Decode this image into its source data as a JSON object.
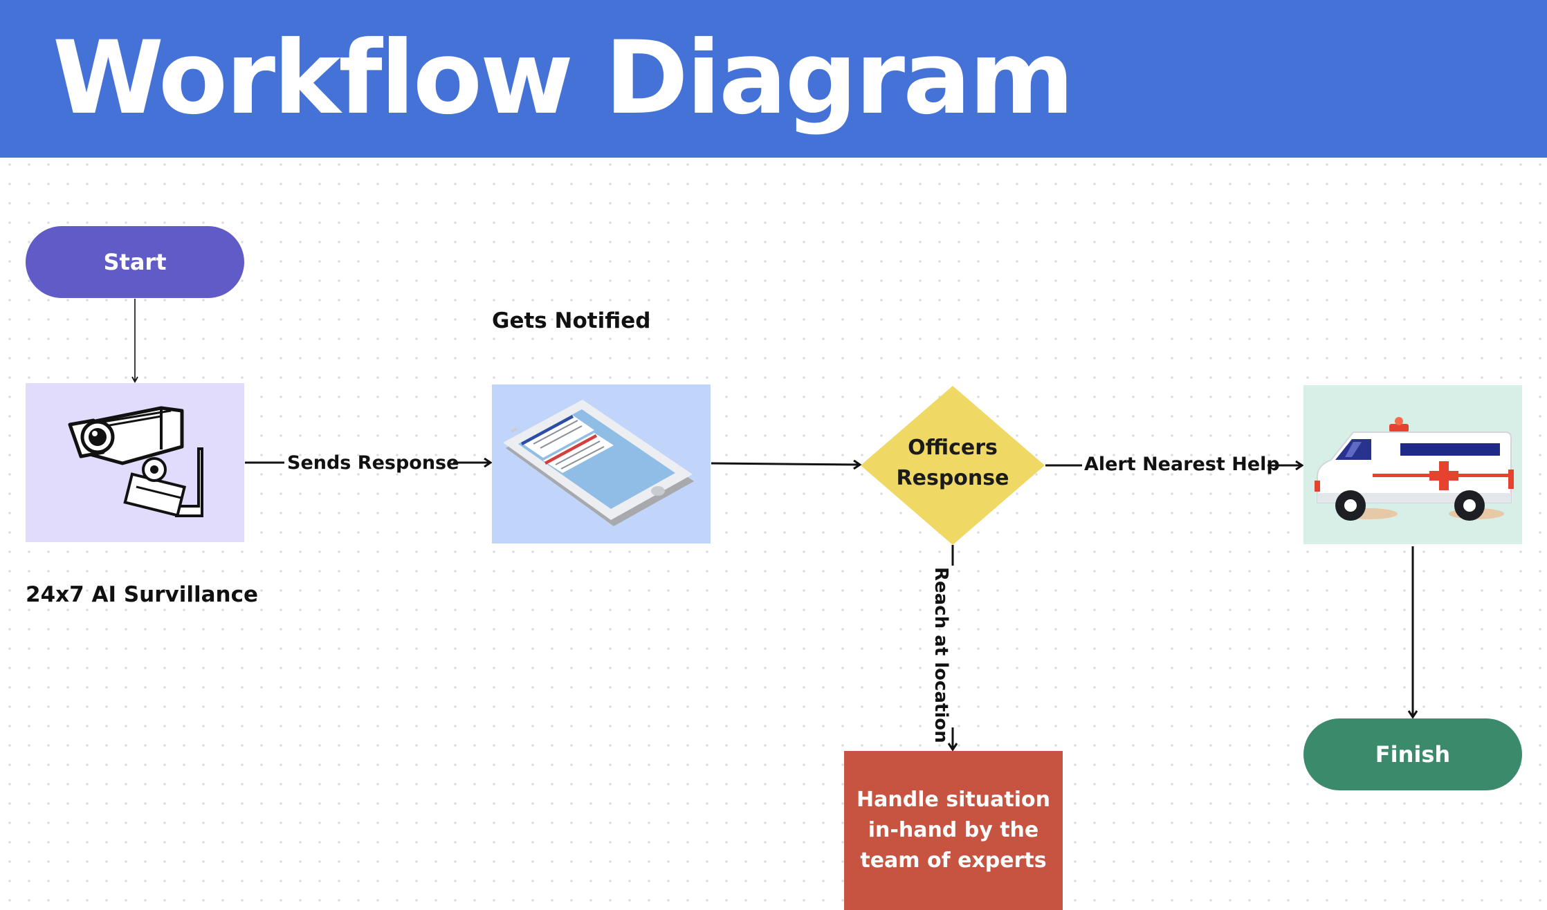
{
  "header": {
    "title": "Workflow Diagram"
  },
  "nodes": {
    "start": {
      "label": "Start"
    },
    "surveillance": {
      "caption": "24x7 AI Survillance",
      "icon": "security-camera-icon"
    },
    "notified": {
      "caption": "Gets Notified",
      "icon": "tablet-notification-icon"
    },
    "decision": {
      "line1": "Officers",
      "line2": "Response"
    },
    "ambulance": {
      "icon": "ambulance-icon"
    },
    "handle": {
      "label": "Handle situation in-hand by the team of experts"
    },
    "finish": {
      "label": "Finish"
    }
  },
  "edges": {
    "sends_response": "Sends Response",
    "alert_nearest_help": "Alert Nearest Help",
    "reach_at_location": "Reach at location"
  },
  "colors": {
    "header": "#4472d6",
    "start": "#605bc6",
    "finish": "#3c8a6c",
    "decision": "#f0d864",
    "handle": "#c75341",
    "camera_box": "#e1dcfb",
    "phone_box": "#c1d5fb",
    "ambulance_box": "#d8efe7"
  }
}
